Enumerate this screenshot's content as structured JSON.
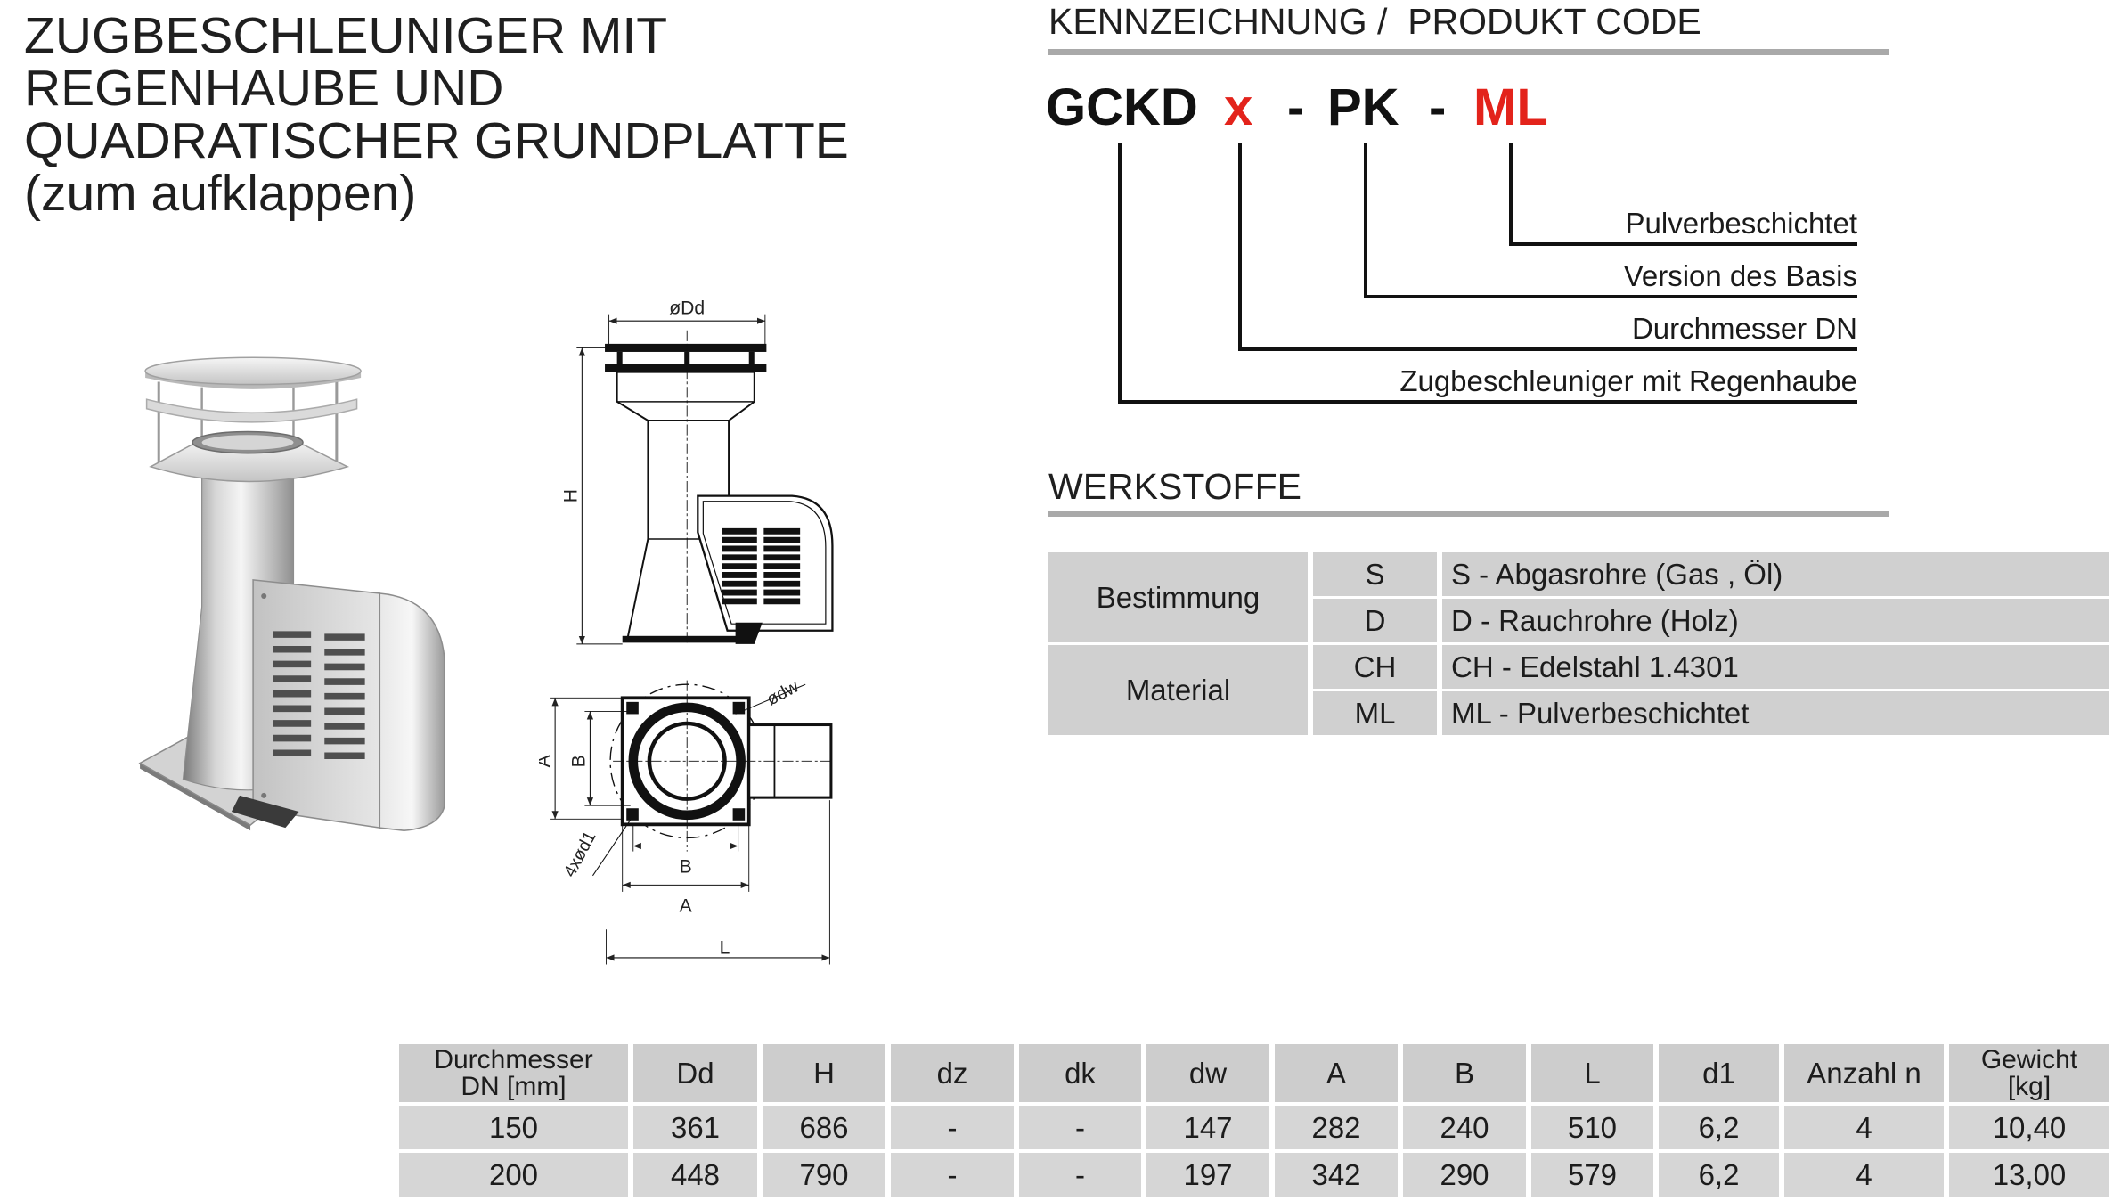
{
  "title": {
    "lines": [
      "ZUGBESCHLEUNIGER MIT",
      "REGENHAUBE UND",
      "QUADRATISCHER GRUNDPLATTE",
      "(zum aufklappen)"
    ]
  },
  "code_section": {
    "heading": "KENNZEICHNUNG /  PRODUKT CODE",
    "code": {
      "part1": "GCKD",
      "part2": "x",
      "sep1": "-",
      "part3": "PK",
      "sep2": "-",
      "part4": "ML"
    },
    "legend": [
      "Pulverbeschichtet",
      "Version des Basis",
      "Durchmesser DN",
      "Zugbeschleuniger mit Regenhaube"
    ]
  },
  "materials": {
    "heading": "WERKSTOFFE",
    "groups": [
      {
        "label": "Bestimmung",
        "rows": [
          {
            "code": "S",
            "desc": "S - Abgasrohre (Gas , Öl)"
          },
          {
            "code": "D",
            "desc": "D - Rauchrohre (Holz)"
          }
        ]
      },
      {
        "label": "Material",
        "rows": [
          {
            "code": "CH",
            "desc": "CH - Edelstahl 1.4301"
          },
          {
            "code": "ML",
            "desc": "ML - Pulverbeschichtet"
          }
        ]
      }
    ]
  },
  "drawing_labels": {
    "Dd": "øDd",
    "H": "H",
    "dw": "ødw",
    "A_side": "A",
    "B_side": "B",
    "d1": "4xød1",
    "B_bottom": "B",
    "A_bottom": "A",
    "L": "L"
  },
  "dimensions_table": {
    "headers": [
      "Durchmesser DN [mm]",
      "Dd",
      "H",
      "dz",
      "dk",
      "dw",
      "A",
      "B",
      "L",
      "d1",
      "Anzahl n",
      "Gewicht [kg]"
    ],
    "rows": [
      [
        "150",
        "361",
        "686",
        "-",
        "-",
        "147",
        "282",
        "240",
        "510",
        "6,2",
        "4",
        "10,40"
      ],
      [
        "200",
        "448",
        "790",
        "-",
        "-",
        "197",
        "342",
        "290",
        "579",
        "6,2",
        "4",
        "13,00"
      ]
    ]
  },
  "colors": {
    "accent_red": "#e3231b",
    "table_gray": "#d0d0d0",
    "rule_gray": "#a9a9a9"
  }
}
